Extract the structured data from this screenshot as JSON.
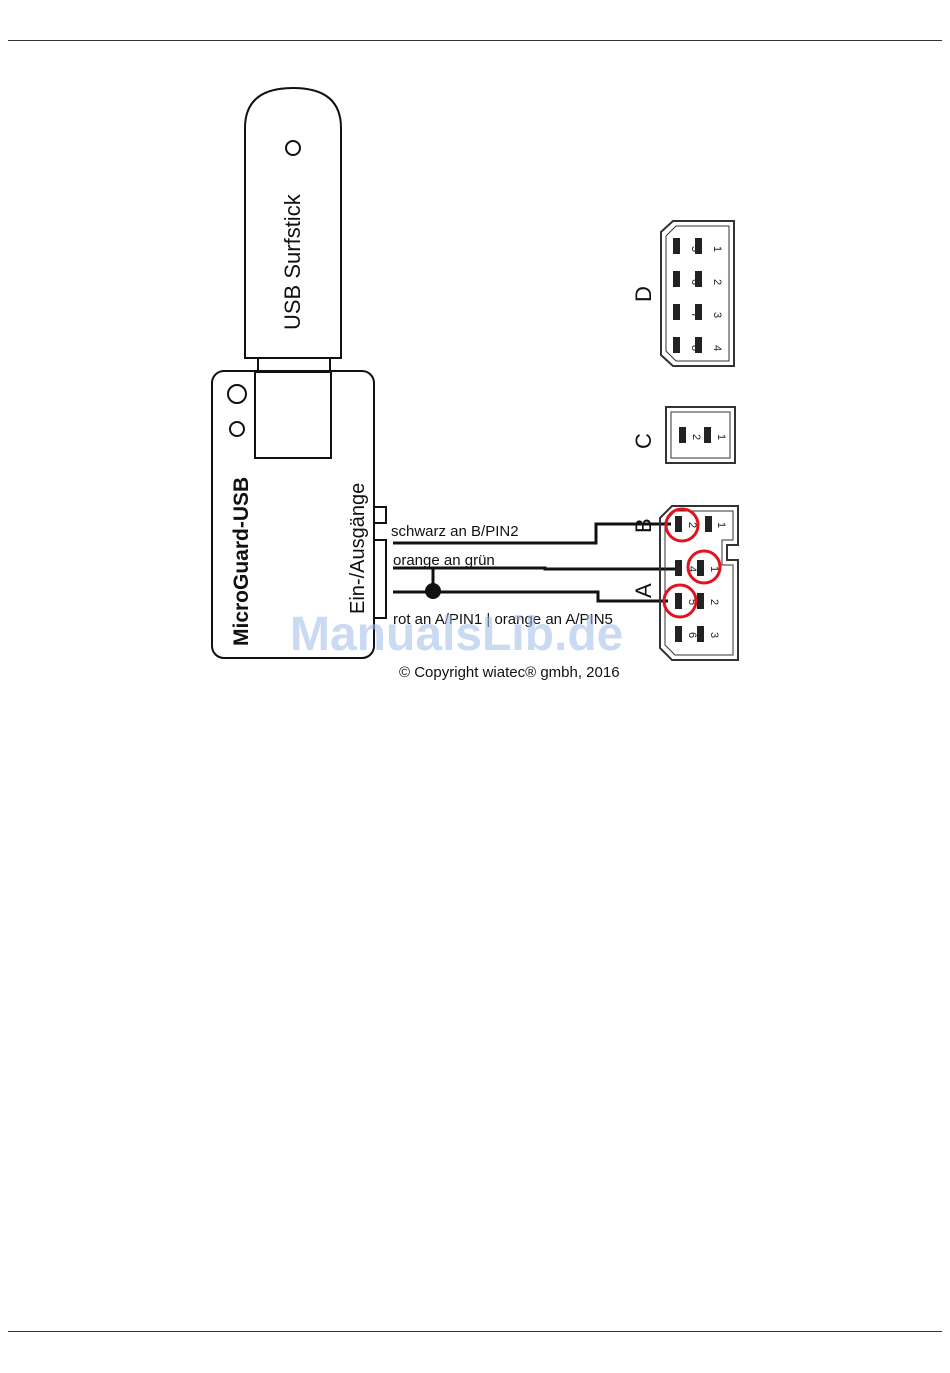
{
  "diagram": {
    "usb_stick_label": "USB Surfstick",
    "device_label": "MicroGuard-USB",
    "io_label": "Ein-/Ausgänge",
    "wires": {
      "black": "schwarz an B/PIN2",
      "orange_green": "orange an grün",
      "red_orange": "rot an A/PIN1 | orange an A/PIN5"
    },
    "connectors": {
      "a": "A",
      "b": "B",
      "c": "C",
      "d": "D"
    },
    "copyright": "© Copyright wiatec® gmbh, 2016",
    "watermark": "ManualsLib.de",
    "highlight_color": "#e0141e"
  }
}
